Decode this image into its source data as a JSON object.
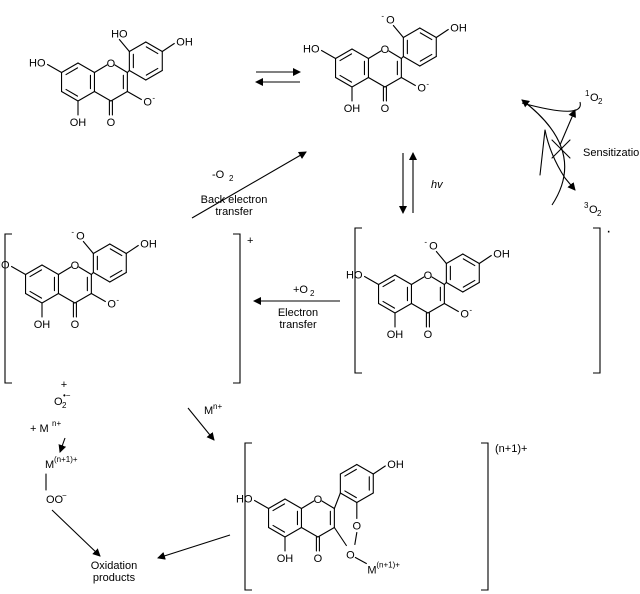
{
  "molecules": {
    "m1": {
      "oh_left": "HO",
      "oh_top": "HO",
      "oh_right": "OH",
      "oh_bottom": "OH",
      "ring_o": "O",
      "carbonyl_o": "O",
      "anion_o": "O"
    },
    "m2": {
      "oh_left": "HO",
      "o_top": "O",
      "oh_right": "OH",
      "oh_bottom": "OH",
      "ring_o": "O",
      "carbonyl_o": "O",
      "anion_o": "O"
    },
    "m3": {
      "oh_left": "HO",
      "o_top": "O",
      "oh_right": "OH",
      "oh_bottom": "OH",
      "ring_o": "O",
      "carbonyl_o": "O",
      "anion_o": "O"
    },
    "m4": {
      "oh_left": "HO",
      "o_top": "O",
      "oh_right": "OH",
      "oh_bottom": "OH",
      "ring_o": "O",
      "carbonyl_o": "O",
      "anion_o": "O"
    },
    "m5": {
      "oh_left": "HO",
      "oh_right": "OH",
      "oh_bottom": "OH",
      "ring_o": "O",
      "carbonyl_o": "O",
      "o_chelate_a": "O",
      "o_chelate_b": "O"
    }
  },
  "labels": {
    "hv": "hv",
    "sensitization": "Sensitization",
    "singlet_oxygen_sup": "1",
    "singlet_oxygen": "O",
    "singlet_oxygen_sub": "2",
    "triplet_oxygen_sup": "3",
    "triplet_oxygen": "O",
    "triplet_oxygen_sub": "2",
    "minus_o2": "-O",
    "minus_o2_sub": "2",
    "back_electron_transfer_1": "Back electron",
    "back_electron_transfer_2": "transfer",
    "plus_o2": "+O",
    "plus_o2_sub": "2",
    "electron_transfer_1": "Electron",
    "electron_transfer_2": "transfer",
    "radical_dot": "·",
    "cation_plus": "+",
    "plus_sign": "+",
    "superoxide": "O",
    "superoxide_sub": "2",
    "superoxide_sup": "•−",
    "metal_left": "+ M",
    "metal_left_sup": "n+",
    "metal_right": "M",
    "metal_right_sup": "n+",
    "metal_complex": "M",
    "metal_complex_sup": "(n+1)+",
    "metal_peroxide_o": "OO",
    "metal_peroxide_sup": "−",
    "complex_charge": "(n+1)+",
    "chelate_metal": "M",
    "chelate_metal_sup": "(n+1)+",
    "oxidation_1": "Oxidation",
    "oxidation_2": "products"
  }
}
